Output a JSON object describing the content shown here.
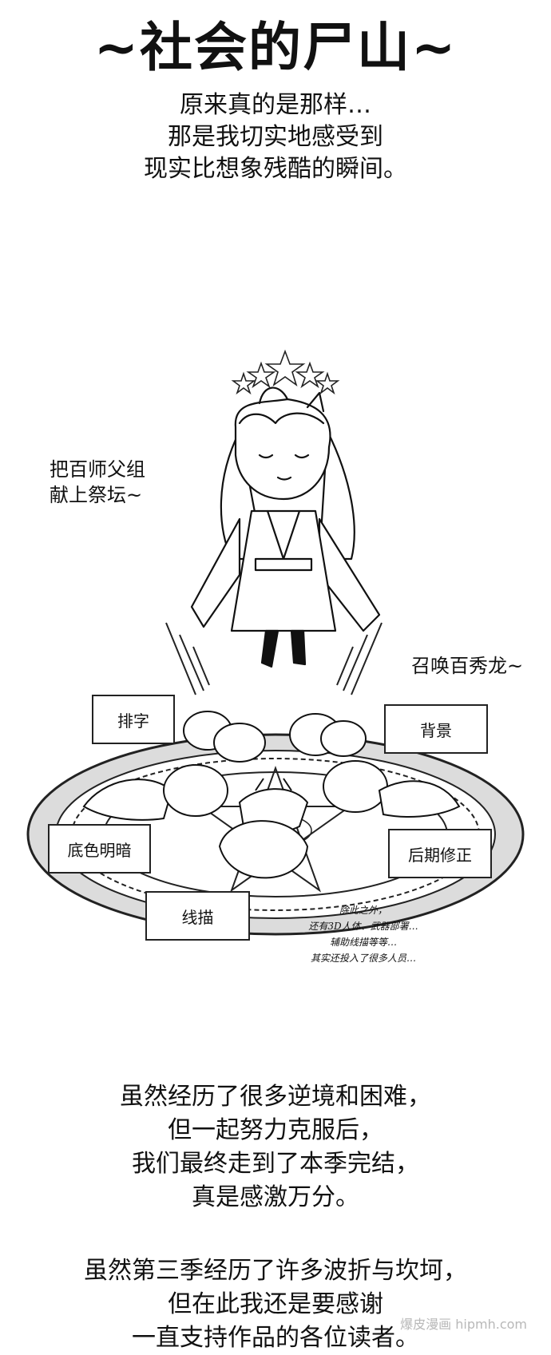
{
  "title": "~社会的尸山~",
  "intro_lines": [
    "原来真的是那样…",
    "那是我切实地感受到",
    "现实比想象残酷的瞬间。"
  ],
  "speech_left_lines": [
    "把百师父组",
    "献上祭坛~"
  ],
  "speech_right": "召唤百秀龙~",
  "labels": {
    "typesetting": "排字",
    "background": "背景",
    "base_color": "底色明暗",
    "post_correction": "后期修正",
    "line_art": "线描"
  },
  "small_note_lines": [
    "除此之外，",
    "还有3D人体、武器部署…",
    "辅助线描等等…",
    "其实还投入了很多人员…"
  ],
  "outro_lines": [
    "虽然经历了很多逆境和困难，",
    "但一起努力克服后，",
    "我们最终走到了本季完结，",
    "真是感激万分。"
  ],
  "outro2_lines": [
    "虽然第三季经历了许多波折与坎坷，",
    "但在此我还是要感谢",
    "一直支持作品的各位读者。"
  ],
  "watermark": "爆皮漫画 hipmh.com"
}
